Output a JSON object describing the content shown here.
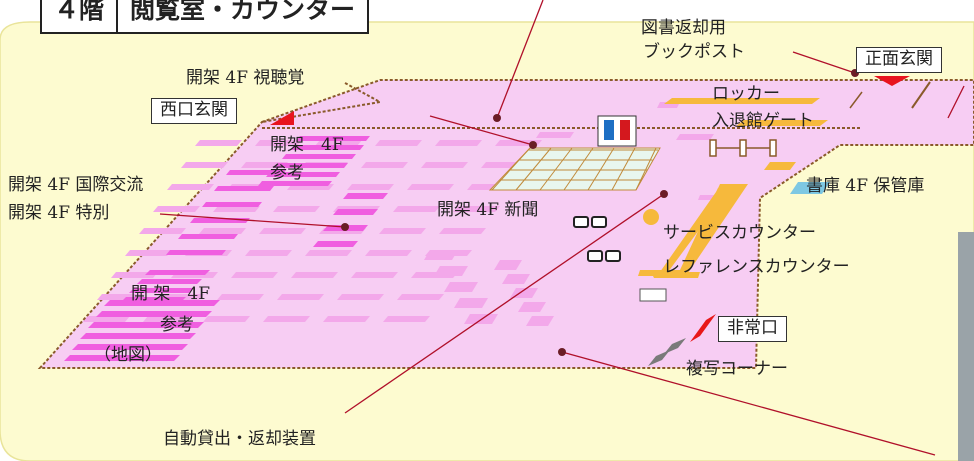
{
  "title": {
    "floor": "４階",
    "name": "閲覧室・カウンター"
  },
  "labels": {
    "book_return": "図書返却用",
    "book_post": "ブックポスト",
    "main_entrance": "正面玄関",
    "av": "開架 4F 視聴覚",
    "west_entrance": "西口玄関",
    "locker": "ロッカー",
    "gate": "入退館ゲート",
    "ref_a1": "開架　4F",
    "ref_a2": "参考",
    "stack": "書庫 4F 保管庫",
    "intl": "開架 4F 国際交流",
    "special": "開架 4F 特別",
    "newspaper": "開架 4F 新聞",
    "service": "サービスカウンター",
    "reference": "レファレンスカウンター",
    "ref_b1": "開 架　4F",
    "ref_b2": "参考",
    "map": "（地図）",
    "emergency": "非常口",
    "copy": "複写コーナー",
    "self_checkout": "自動貸出・返却装置"
  },
  "colors": {
    "background_area": "#fdfbd0",
    "floor": "#f7cdf3",
    "floor_edge": "#8a5a2a",
    "shelf": "#f05ee0",
    "shelf_faint": "#f3a8ea",
    "counter": "#f6b93c",
    "table": "#ffffff",
    "marker": "#e8141e",
    "storage": "#7ec8e3",
    "emergency": "#e81818",
    "line": "#b0102a"
  },
  "icons": [
    "restroom-icon",
    "pc-icon",
    "copier-icon",
    "marker-dot-icon",
    "entrance-triangle-icon",
    "gate-icon"
  ]
}
